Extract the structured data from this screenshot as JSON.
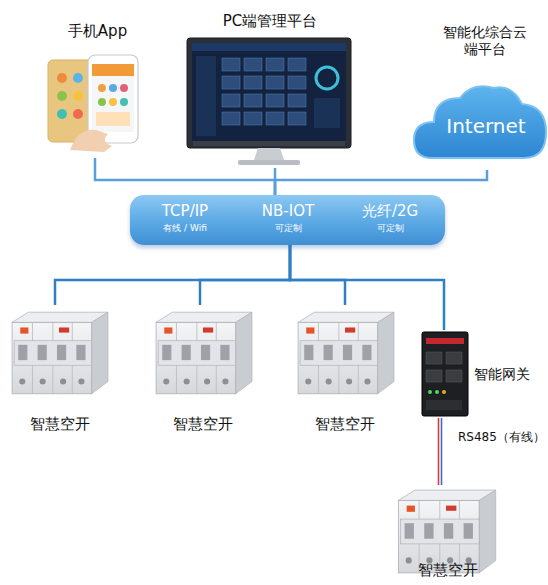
{
  "diagram": {
    "nodes": [
      {
        "text": [
          "手机App"
        ]
      },
      {
        "text": [
          "PC端管理平台"
        ]
      },
      {
        "text": [
          "智能化综合云端平台",
          "Internet"
        ]
      },
      {
        "text": [
          "TCP/IP",
          "有线 / Wifi",
          "NB-IOT",
          "可定制",
          "光纤/2G",
          "可定制"
        ]
      },
      {
        "text": [
          "智慧空开"
        ]
      },
      {
        "text": [
          "智慧空开"
        ]
      },
      {
        "text": [
          "智慧空开"
        ]
      },
      {
        "text": [
          "智能网关"
        ]
      },
      {
        "text": [
          "智慧空开"
        ]
      }
    ],
    "edges": [
      {
        "from": 0,
        "to": 3,
        "arrow": "none"
      },
      {
        "from": 1,
        "to": 3,
        "arrow": "none"
      },
      {
        "from": 2,
        "to": 3,
        "arrow": "none"
      },
      {
        "from": 3,
        "to": 4,
        "arrow": "none"
      },
      {
        "from": 3,
        "to": 5,
        "arrow": "none"
      },
      {
        "from": 3,
        "to": 6,
        "arrow": "none"
      },
      {
        "from": 3,
        "to": 7,
        "arrow": "none"
      },
      {
        "from": 7,
        "to": 8,
        "label": "RS485（有线）",
        "arrow": "none"
      }
    ]
  }
}
